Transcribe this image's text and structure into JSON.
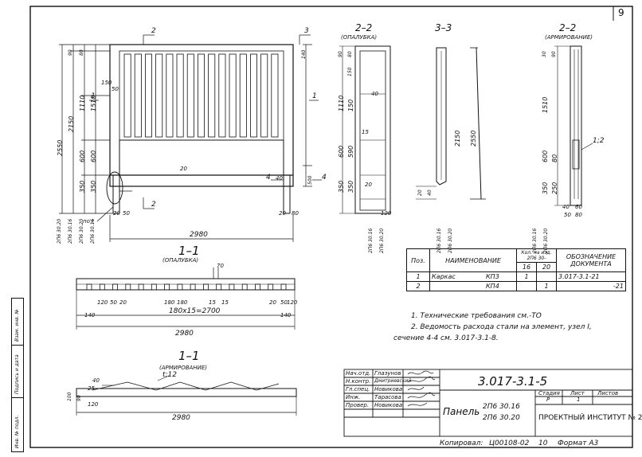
{
  "sheet_number": "9",
  "section_labels": {
    "s2_top": "2",
    "s3_top": "3",
    "s1_left": "1",
    "s1_right": "1",
    "s2_bottom": "2",
    "s4": "4",
    "s4b": "4",
    "node": "по I"
  },
  "view_titles": {
    "v22_opal": "2–2",
    "v22_opal_sub": "(ОПАЛУБКА)",
    "v33": "3–3",
    "v22_arm": "2–2",
    "v22_arm_sub": "(АРМИРОВАНИЕ)",
    "v11_opal": "1–1",
    "v11_opal_sub": "(ОПАЛУБКА)",
    "v11_arm": "1–1",
    "v11_arm_sub": "(АРМИРОВАНИЕ)"
  },
  "elevation_dims": {
    "h_total": "2550",
    "h_2150": "2150",
    "h_1110": "1110",
    "h_1510": "1510",
    "h_600a": "600",
    "h_600b": "600",
    "h_350a": "350",
    "h_350b": "350",
    "top_90": "90",
    "top_80": "80",
    "top_140": "140",
    "side_150": "150",
    "side_50": "50",
    "mid_20": "20",
    "right_500": "500",
    "right_40": "40",
    "b20a": "20",
    "b50a": "50",
    "b20b": "20",
    "b80": "80",
    "width": "2980",
    "brands": [
      "2П6 30.20",
      "2П6 30.16",
      "2П6 30.20",
      "2П6 30.16"
    ]
  },
  "section22_dims": [
    "90",
    "80",
    "150",
    "1110",
    "40",
    "150",
    "600",
    "15",
    "590",
    "350",
    "20",
    "350",
    "120"
  ],
  "section33_dims": [
    "2150",
    "2550",
    "20",
    "40"
  ],
  "section22arm_dims": [
    "30",
    "90",
    "1510",
    "600",
    "350",
    "250",
    "80",
    "1;2",
    "40",
    "60",
    "50",
    "80"
  ],
  "section11_opal_dims": {
    "d70": "70",
    "d120": "120",
    "d50": "50",
    "d20": "20",
    "d180a": "180",
    "d180b": "180",
    "d15a": "15",
    "d15b": "15",
    "d20b": "20",
    "d50b": "50",
    "d120b": "120",
    "d140a": "140",
    "d140b": "140",
    "pitch": "180x15=2700",
    "width": "2980"
  },
  "section11_arm_dims": {
    "d40": "40",
    "d25": "25",
    "t12": "t;12",
    "d100": "100",
    "d90": "90",
    "d120": "120",
    "width": "2980"
  },
  "spec_table": {
    "headers": {
      "pos": "Поз.",
      "name": "НАИМЕНОВАНИЕ",
      "qty": "Кол. на изд. 2П6 30-",
      "q16": "16",
      "q20": "20",
      "doc": "ОБОЗНАЧЕНИЕ ДОКУМЕНТА"
    },
    "rows": [
      {
        "pos": "1",
        "name": "Каркас",
        "mark": "КП3",
        "q16": "1",
        "q20": "",
        "doc": "3.017-3.1-21"
      },
      {
        "pos": "2",
        "name": "",
        "mark": "КП4",
        "q16": "",
        "q20": "1",
        "doc": "-21"
      }
    ]
  },
  "notes": [
    "1. Технические требования см.-ТО",
    "2. Ведомость расхода стали на элемент, узел I,",
    "сечение 4-4 см. 3.017-3.1-8."
  ],
  "title_block": {
    "doc_code": "3.017-3.1-5",
    "roles": [
      "Нач.отд.",
      "Н.контр.",
      "Гл.спец.",
      "Инж.",
      "Провер."
    ],
    "names": [
      "Глазунов",
      "Дмитриевский",
      "Новикова",
      "Тарасова",
      "Новикова"
    ],
    "product": "Панель",
    "marks": [
      "2П6 30.16",
      "2П6 30.20"
    ],
    "stage_label": "Стадия",
    "sheet_label": "Лист",
    "sheets_label": "Листов",
    "stage": "Р",
    "sheet": "1",
    "sheets": "",
    "org": "ПРОЕКТНЫЙ ИНСТИТУТ № 2"
  },
  "footer": {
    "copied_label": "Копировал:",
    "copy_code": "Ц00108-02",
    "number": "10",
    "format": "Формат А3"
  },
  "side_stamp": [
    "Взам. инв. №",
    "Подпись и дата",
    "Инв. № подл."
  ]
}
